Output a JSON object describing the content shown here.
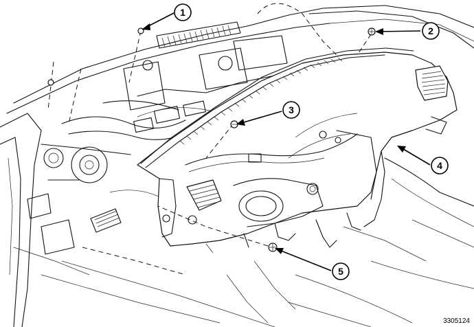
{
  "diagram": {
    "figure_number": "3305124",
    "callouts": [
      {
        "id": "callout-1",
        "label": "1"
      },
      {
        "id": "callout-2",
        "label": "2"
      },
      {
        "id": "callout-3",
        "label": "3"
      },
      {
        "id": "callout-4",
        "label": "4"
      },
      {
        "id": "callout-5",
        "label": "5"
      }
    ]
  }
}
